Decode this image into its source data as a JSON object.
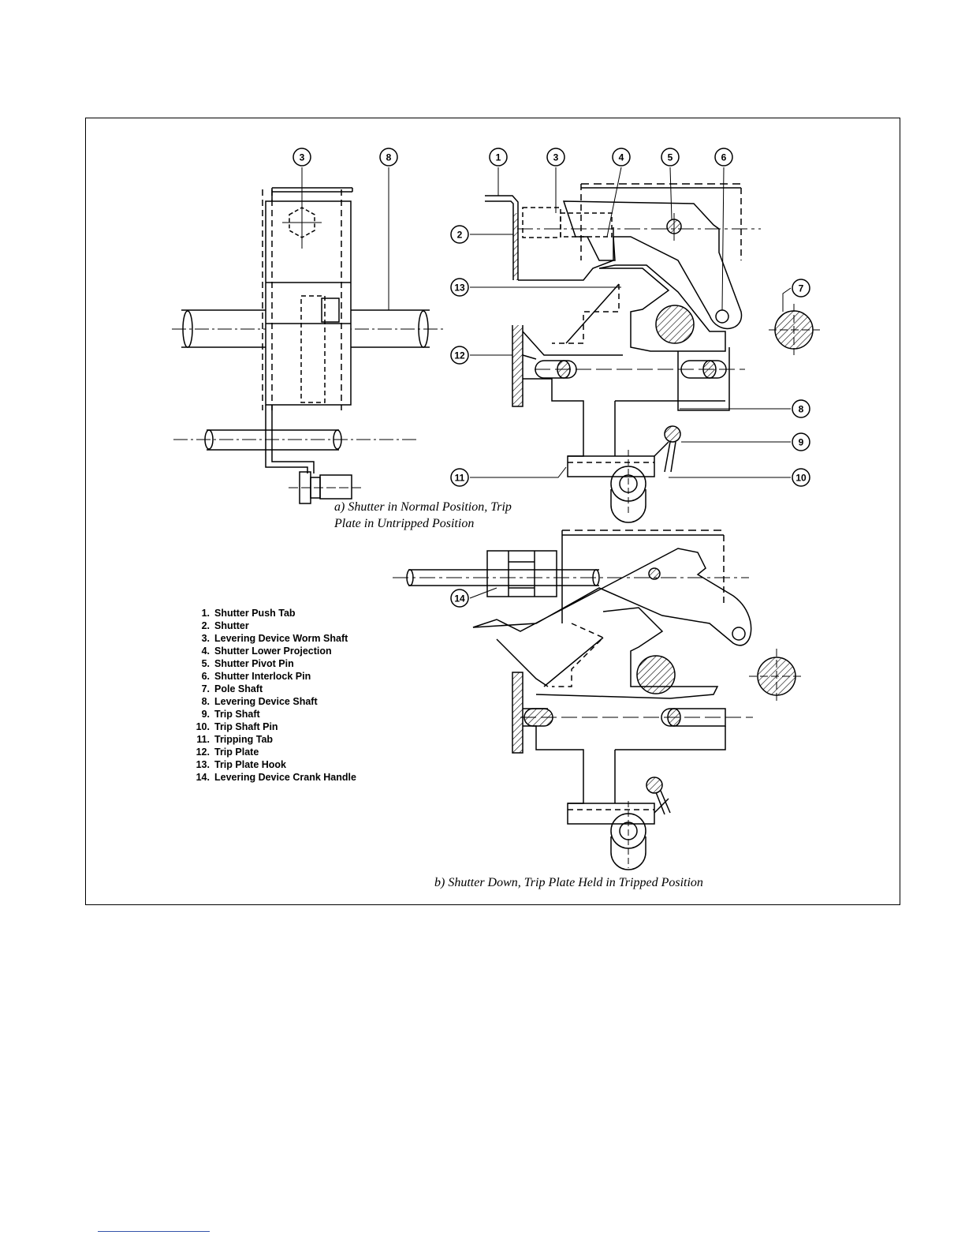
{
  "figure": {
    "caption_a": [
      "a)  Shutter in Normal Position, Trip",
      "Plate in Untripped Position"
    ],
    "caption_b": "b)  Shutter Down, Trip Plate Held in Tripped Position",
    "legend": [
      {
        "num": "1.",
        "label": "Shutter Push Tab"
      },
      {
        "num": "2.",
        "label": "Shutter"
      },
      {
        "num": "3.",
        "label": "Levering Device Worm Shaft"
      },
      {
        "num": "4.",
        "label": "Shutter Lower Projection"
      },
      {
        "num": "5.",
        "label": "Shutter Pivot Pin"
      },
      {
        "num": "6.",
        "label": "Shutter Interlock Pin"
      },
      {
        "num": "7.",
        "label": "Pole Shaft"
      },
      {
        "num": "8.",
        "label": "Levering Device Shaft"
      },
      {
        "num": "9.",
        "label": "Trip Shaft"
      },
      {
        "num": "10.",
        "label": "Trip Shaft Pin"
      },
      {
        "num": "11.",
        "label": "Tripping Tab"
      },
      {
        "num": "12.",
        "label": "Trip Plate"
      },
      {
        "num": "13.",
        "label": "Trip Plate Hook"
      },
      {
        "num": "14.",
        "label": "Levering Device Crank Handle"
      }
    ],
    "callouts": {
      "side_3": "3",
      "side_8": "8",
      "a_1": "1",
      "a_3": "3",
      "a_4": "4",
      "a_5": "5",
      "a_6": "6",
      "a_2": "2",
      "a_13": "13",
      "a_12": "12",
      "a_7": "7",
      "a_8": "8",
      "a_9": "9",
      "a_11": "11",
      "a_10": "10",
      "b_14": "14"
    }
  }
}
